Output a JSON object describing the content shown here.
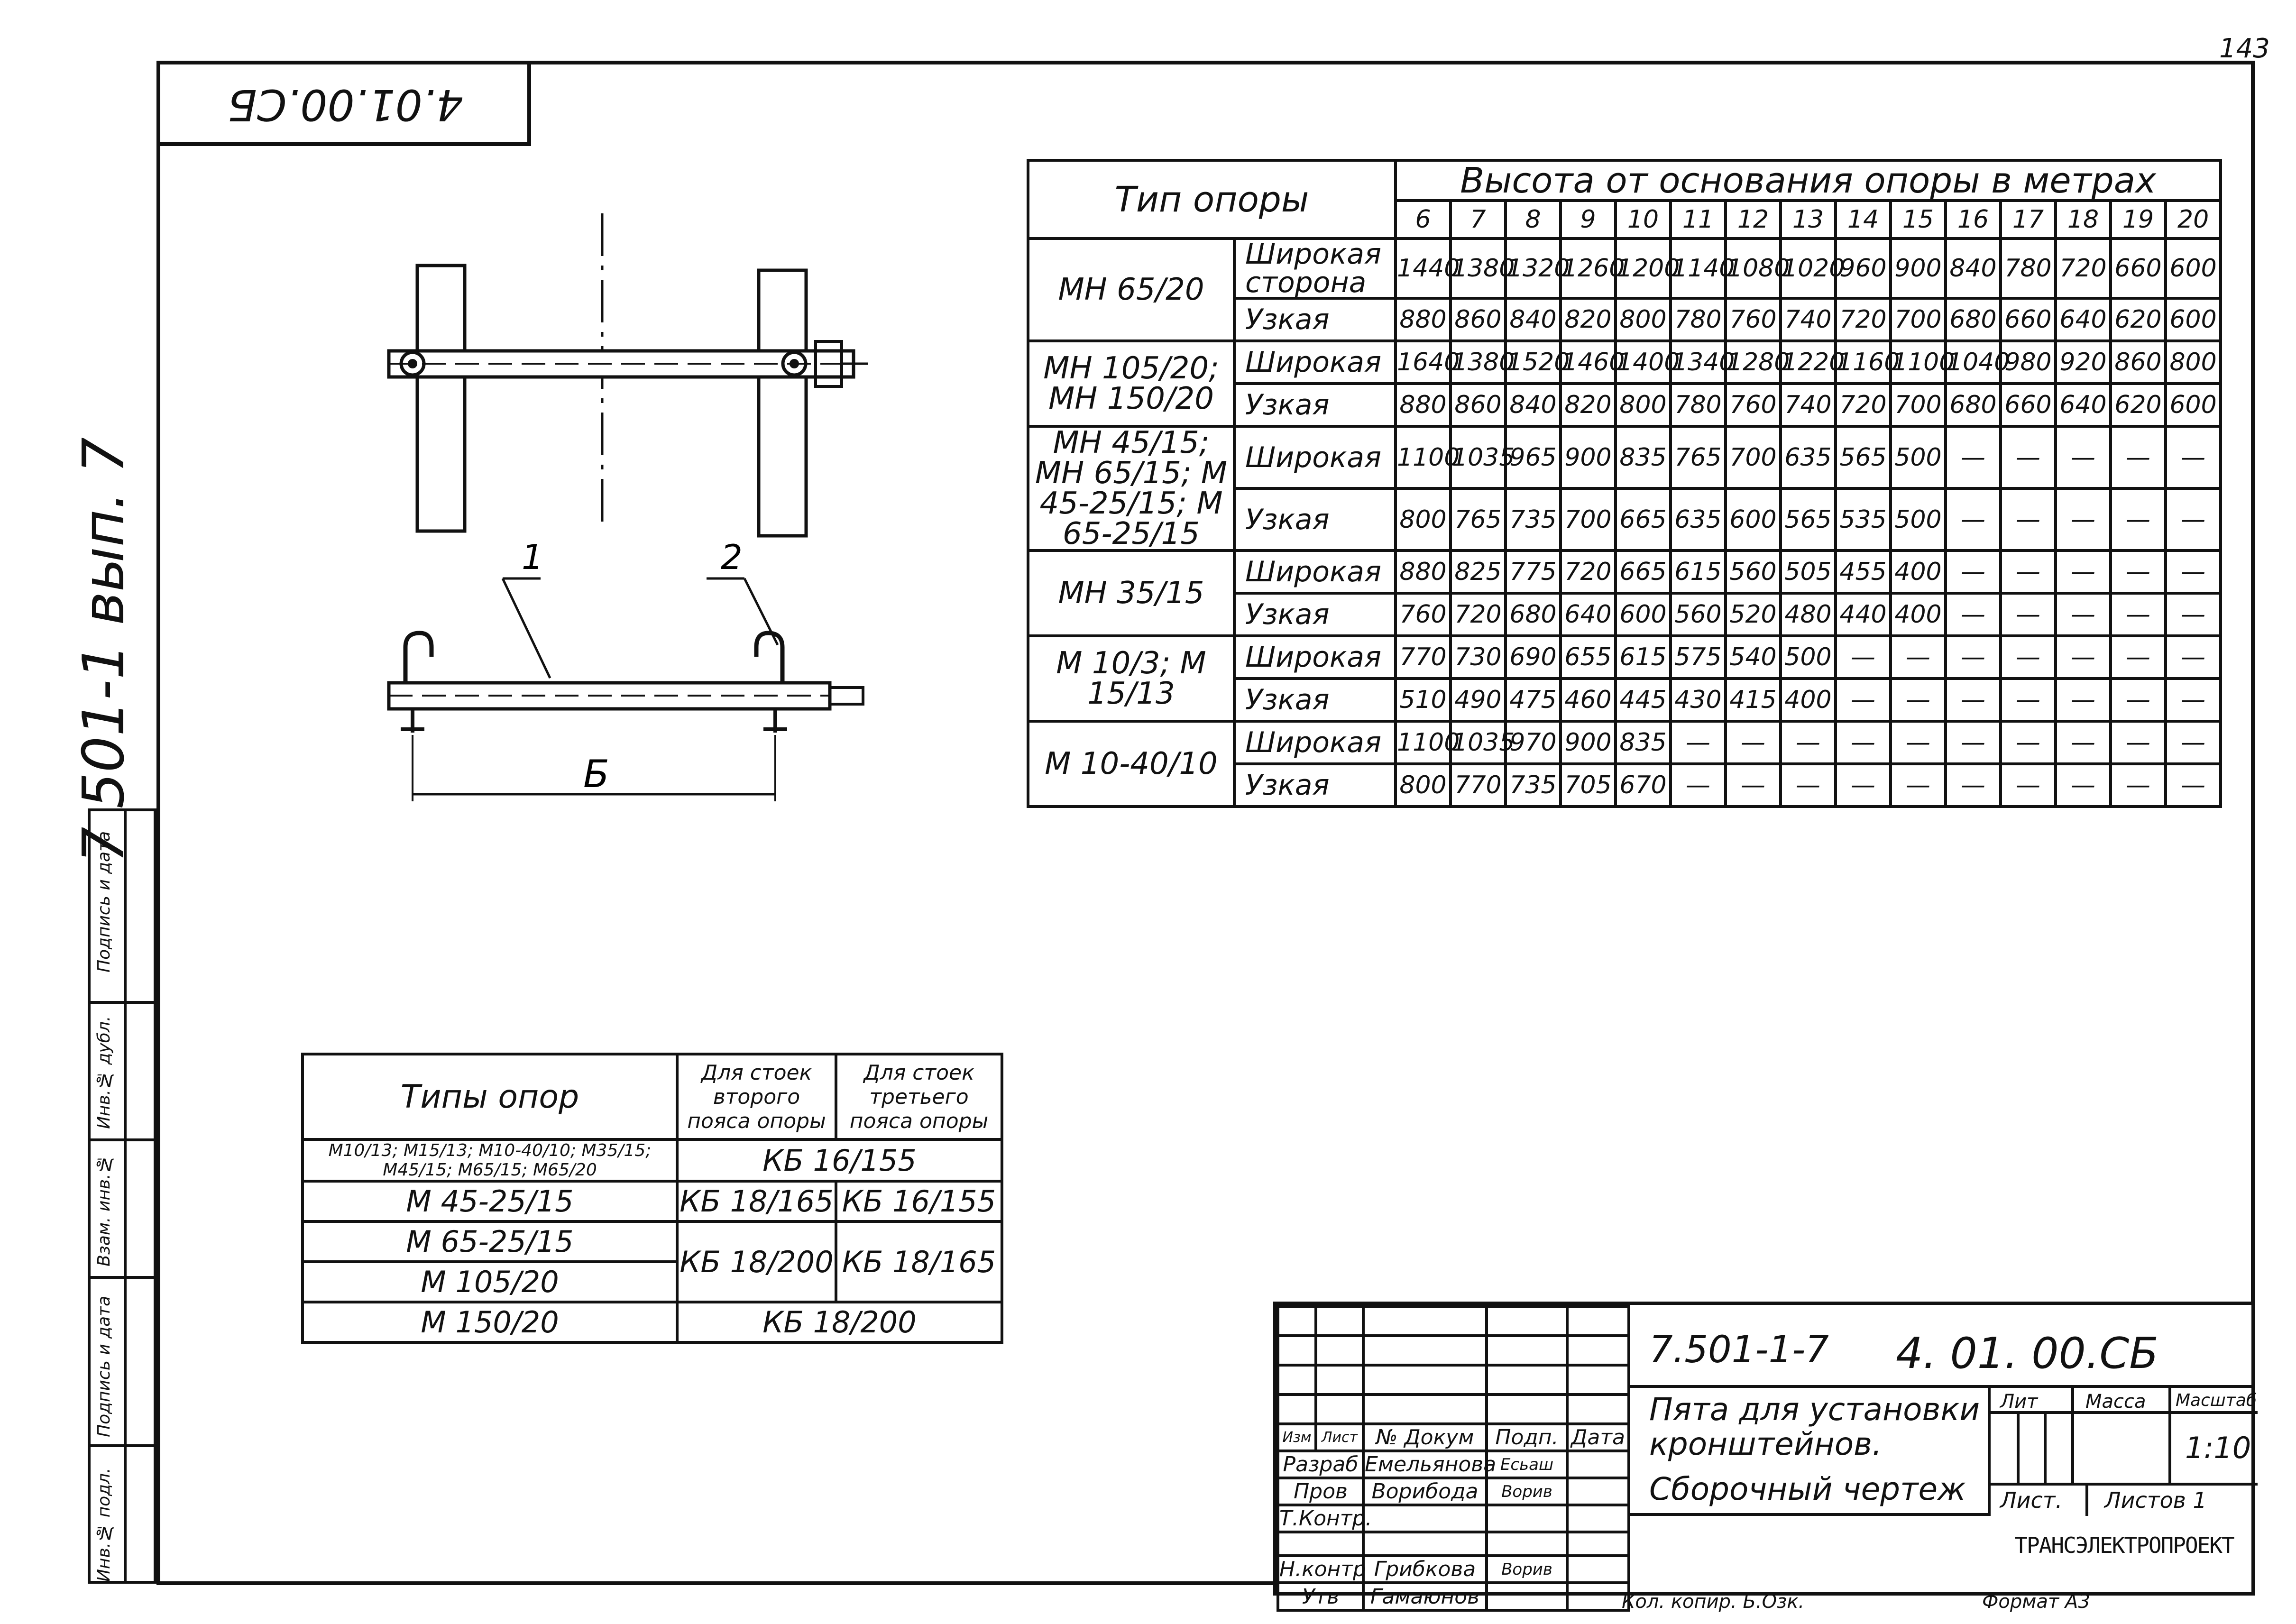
{
  "page": {
    "sheet_number": "143",
    "top_stamp": "4.01.00.СБ",
    "side_code": "7 501-1 вып. 7",
    "side_stamp_labels": [
      "Инв.№ подл.",
      "Подпись и дата",
      "Взам. инв.№",
      "Инв.№ дубл.",
      "Подпись и дата"
    ]
  },
  "drawing": {
    "callout_1": "1",
    "callout_2": "2",
    "dimension_label": "Б"
  },
  "height_table": {
    "type_header": "Тип опоры",
    "height_header": "Высота от основания опоры в метрах",
    "heights": [
      "6",
      "7",
      "8",
      "9",
      "10",
      "11",
      "12",
      "13",
      "14",
      "15",
      "16",
      "17",
      "18",
      "19",
      "20"
    ],
    "groups": [
      {
        "type_label": "МН 65/20",
        "rows": [
          {
            "side": "Широкая сторона",
            "values": [
              "1440",
              "1380",
              "1320",
              "1260",
              "1200",
              "1140",
              "1080",
              "1020",
              "960",
              "900",
              "840",
              "780",
              "720",
              "660",
              "600"
            ]
          },
          {
            "side": "Узкая",
            "values": [
              "880",
              "860",
              "840",
              "820",
              "800",
              "780",
              "760",
              "740",
              "720",
              "700",
              "680",
              "660",
              "640",
              "620",
              "600"
            ]
          }
        ]
      },
      {
        "type_label": "МН 105/20; МН 150/20",
        "rows": [
          {
            "side": "Широкая",
            "values": [
              "1640",
              "1380",
              "1520",
              "1460",
              "1400",
              "1340",
              "1280",
              "1220",
              "1160",
              "1100",
              "1040",
              "980",
              "920",
              "860",
              "800"
            ]
          },
          {
            "side": "Узкая",
            "values": [
              "880",
              "860",
              "840",
              "820",
              "800",
              "780",
              "760",
              "740",
              "720",
              "700",
              "680",
              "660",
              "640",
              "620",
              "600"
            ]
          }
        ]
      },
      {
        "type_label": "МН 45/15; МН 65/15; М 45-25/15; М 65-25/15",
        "rows": [
          {
            "side": "Широкая",
            "values": [
              "1100",
              "1035",
              "965",
              "900",
              "835",
              "765",
              "700",
              "635",
              "565",
              "500",
              "—",
              "—",
              "—",
              "—",
              "—"
            ]
          },
          {
            "side": "Узкая",
            "values": [
              "800",
              "765",
              "735",
              "700",
              "665",
              "635",
              "600",
              "565",
              "535",
              "500",
              "—",
              "—",
              "—",
              "—",
              "—"
            ]
          }
        ]
      },
      {
        "type_label": "МН 35/15",
        "rows": [
          {
            "side": "Широкая",
            "values": [
              "880",
              "825",
              "775",
              "720",
              "665",
              "615",
              "560",
              "505",
              "455",
              "400",
              "—",
              "—",
              "—",
              "—",
              "—"
            ]
          },
          {
            "side": "Узкая",
            "values": [
              "760",
              "720",
              "680",
              "640",
              "600",
              "560",
              "520",
              "480",
              "440",
              "400",
              "—",
              "—",
              "—",
              "—",
              "—"
            ]
          }
        ]
      },
      {
        "type_label": "М 10/3; М 15/13",
        "rows": [
          {
            "side": "Широкая",
            "values": [
              "770",
              "730",
              "690",
              "655",
              "615",
              "575",
              "540",
              "500",
              "—",
              "—",
              "—",
              "—",
              "—",
              "—",
              "—"
            ]
          },
          {
            "side": "Узкая",
            "values": [
              "510",
              "490",
              "475",
              "460",
              "445",
              "430",
              "415",
              "400",
              "—",
              "—",
              "—",
              "—",
              "—",
              "—",
              "—"
            ]
          }
        ]
      },
      {
        "type_label": "М 10-40/10",
        "rows": [
          {
            "side": "Широкая",
            "values": [
              "1100",
              "1035",
              "970",
              "900",
              "835",
              "—",
              "—",
              "—",
              "—",
              "—",
              "—",
              "—",
              "—",
              "—",
              "—"
            ]
          },
          {
            "side": "Узкая",
            "values": [
              "800",
              "770",
              "735",
              "705",
              "670",
              "—",
              "—",
              "—",
              "—",
              "—",
              "—",
              "—",
              "—",
              "—",
              "—"
            ]
          }
        ]
      }
    ]
  },
  "bracket_table": {
    "header_types": "Типы опор",
    "header_second": "Для стоек второго пояса опоры",
    "header_third": "Для стоек третьего пояса опоры",
    "rows": [
      {
        "type": "М10/13; М15/13; М10-40/10; М35/15; М45/15; М65/15; М65/20",
        "second": "КБ 16/155",
        "third": "",
        "merged": true
      },
      {
        "type": "М 45-25/15",
        "second": "КБ 18/165",
        "third": "КБ 16/155",
        "merged": false
      },
      {
        "type": "М 65-25/15",
        "second": "КБ 18/200",
        "third": "КБ 18/165",
        "merged": false
      },
      {
        "type": "М 105/20",
        "second": "",
        "third": "",
        "merged": false
      },
      {
        "type": "М 150/20",
        "second": "КБ 18/200",
        "third": "",
        "merged": true
      }
    ]
  },
  "title_block": {
    "doc_code": "7.501-1-7",
    "doc_number": "4. 01. 00.СБ",
    "title": "Пята для установки кронштейнов.",
    "subtitle": "Сборочный чертеж",
    "col_izm": "Изм",
    "col_list": "Лист",
    "col_doc": "№ Докум",
    "col_sign": "Подп.",
    "col_date": "Дата",
    "roles": [
      {
        "role": "Разраб",
        "name": "Емельянова",
        "sign": "Есьаш"
      },
      {
        "role": "Пров",
        "name": "Ворибода",
        "sign": "Ворив"
      },
      {
        "role": "Т.Контр.",
        "name": "",
        "sign": ""
      },
      {
        "role": "",
        "name": "",
        "sign": ""
      },
      {
        "role": "Н.контр",
        "name": "Грибкова",
        "sign": "Ворив"
      },
      {
        "role": "Утв",
        "name": "Гамаюнов",
        "sign": ""
      }
    ],
    "lit_label": "Лит",
    "mass_label": "Масса",
    "scale_label": "Масштаб",
    "scale_value": "1:10",
    "sheet_label": "Лист.",
    "sheets_label": "Листов 1",
    "org": "ТРАНСЭЛЕКТРОПРОЕКТ",
    "bottom_note_left": "Кол. копир. Б.Озк.",
    "bottom_note_right": "Формат А3"
  }
}
